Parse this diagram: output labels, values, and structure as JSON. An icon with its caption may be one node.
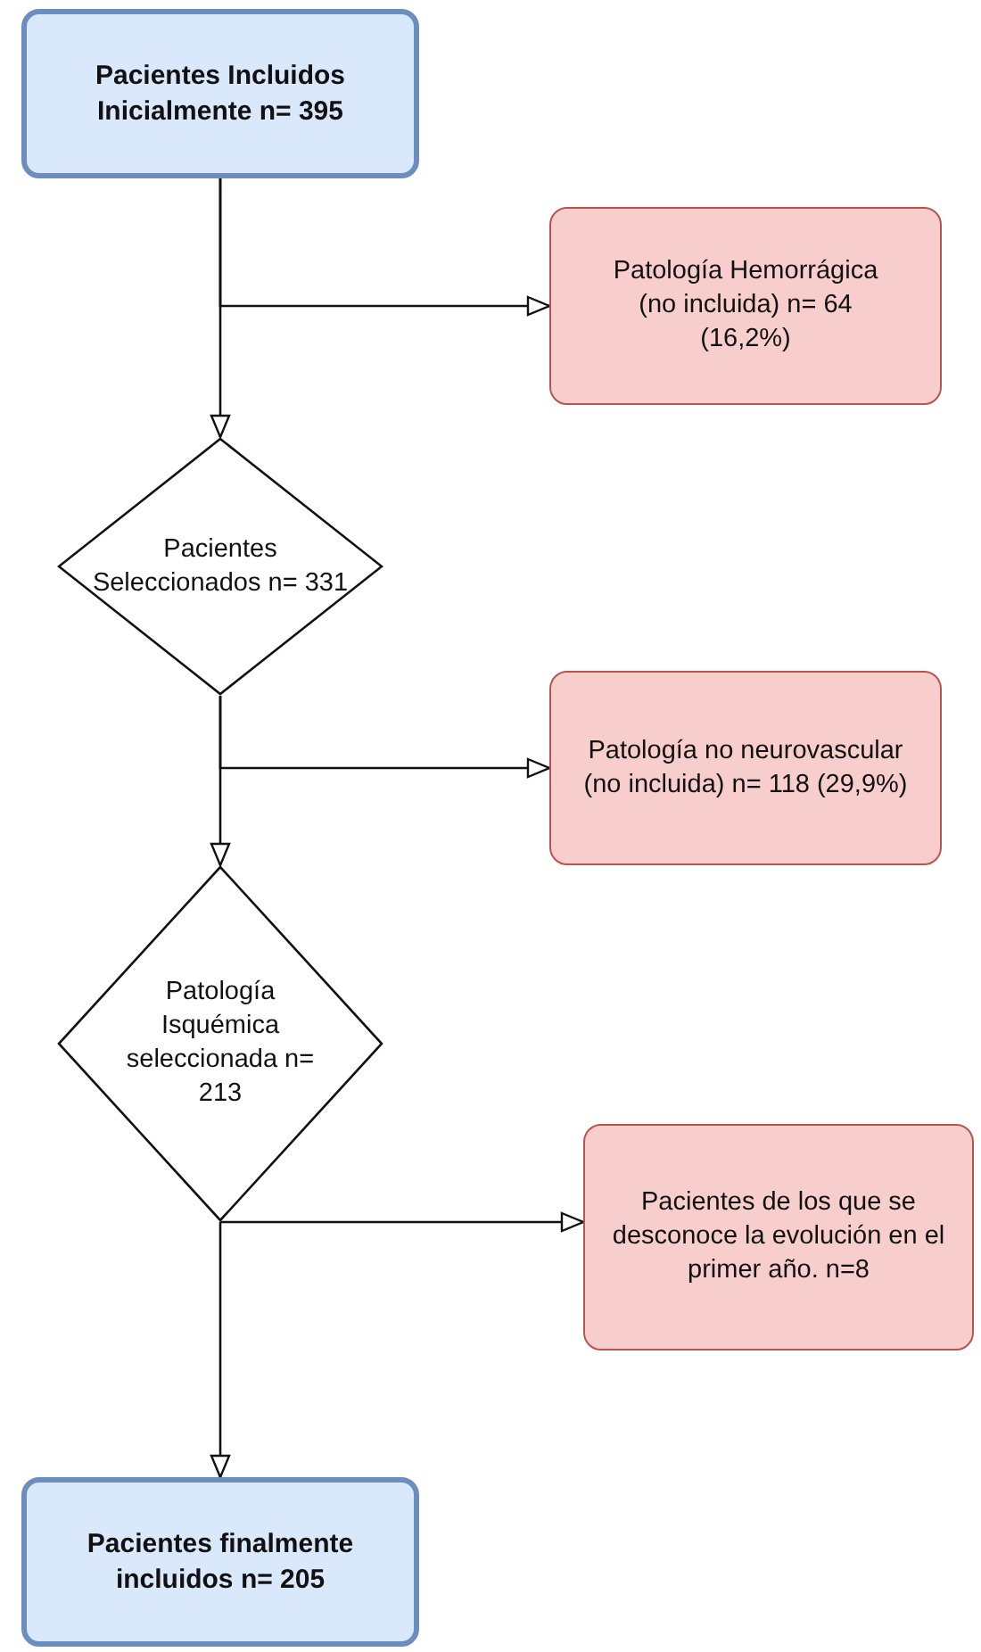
{
  "diagram": {
    "nodes": [
      {
        "text": [
          "Pacientes Incluidos Inicialmente n= 395"
        ]
      },
      {
        "text": [
          "Patología Hemorrágica (no incluida) n= 64 (16,2%)"
        ]
      },
      {
        "text": [
          "Pacientes Seleccionados n= 331"
        ]
      },
      {
        "text": [
          "Patología  no neurovascular (no incluida) n= 118 (29,9%)"
        ]
      },
      {
        "text": [
          "Patología Isquémica seleccionada n= 213"
        ]
      },
      {
        "text": [
          "Pacientes de los que se desconoce la evolución en el primer año. n=8"
        ]
      },
      {
        "text": [
          "Pacientes finalmente incluidos n= 205"
        ]
      }
    ],
    "edges": [
      {
        "from": 0,
        "to": 1,
        "arrow": "to"
      },
      {
        "from": 0,
        "to": 2,
        "arrow": "to"
      },
      {
        "from": 2,
        "to": 3,
        "arrow": "to"
      },
      {
        "from": 2,
        "to": 4,
        "arrow": "to"
      },
      {
        "from": 4,
        "to": 5,
        "arrow": "to"
      },
      {
        "from": 4,
        "to": 6,
        "arrow": "to"
      }
    ]
  }
}
